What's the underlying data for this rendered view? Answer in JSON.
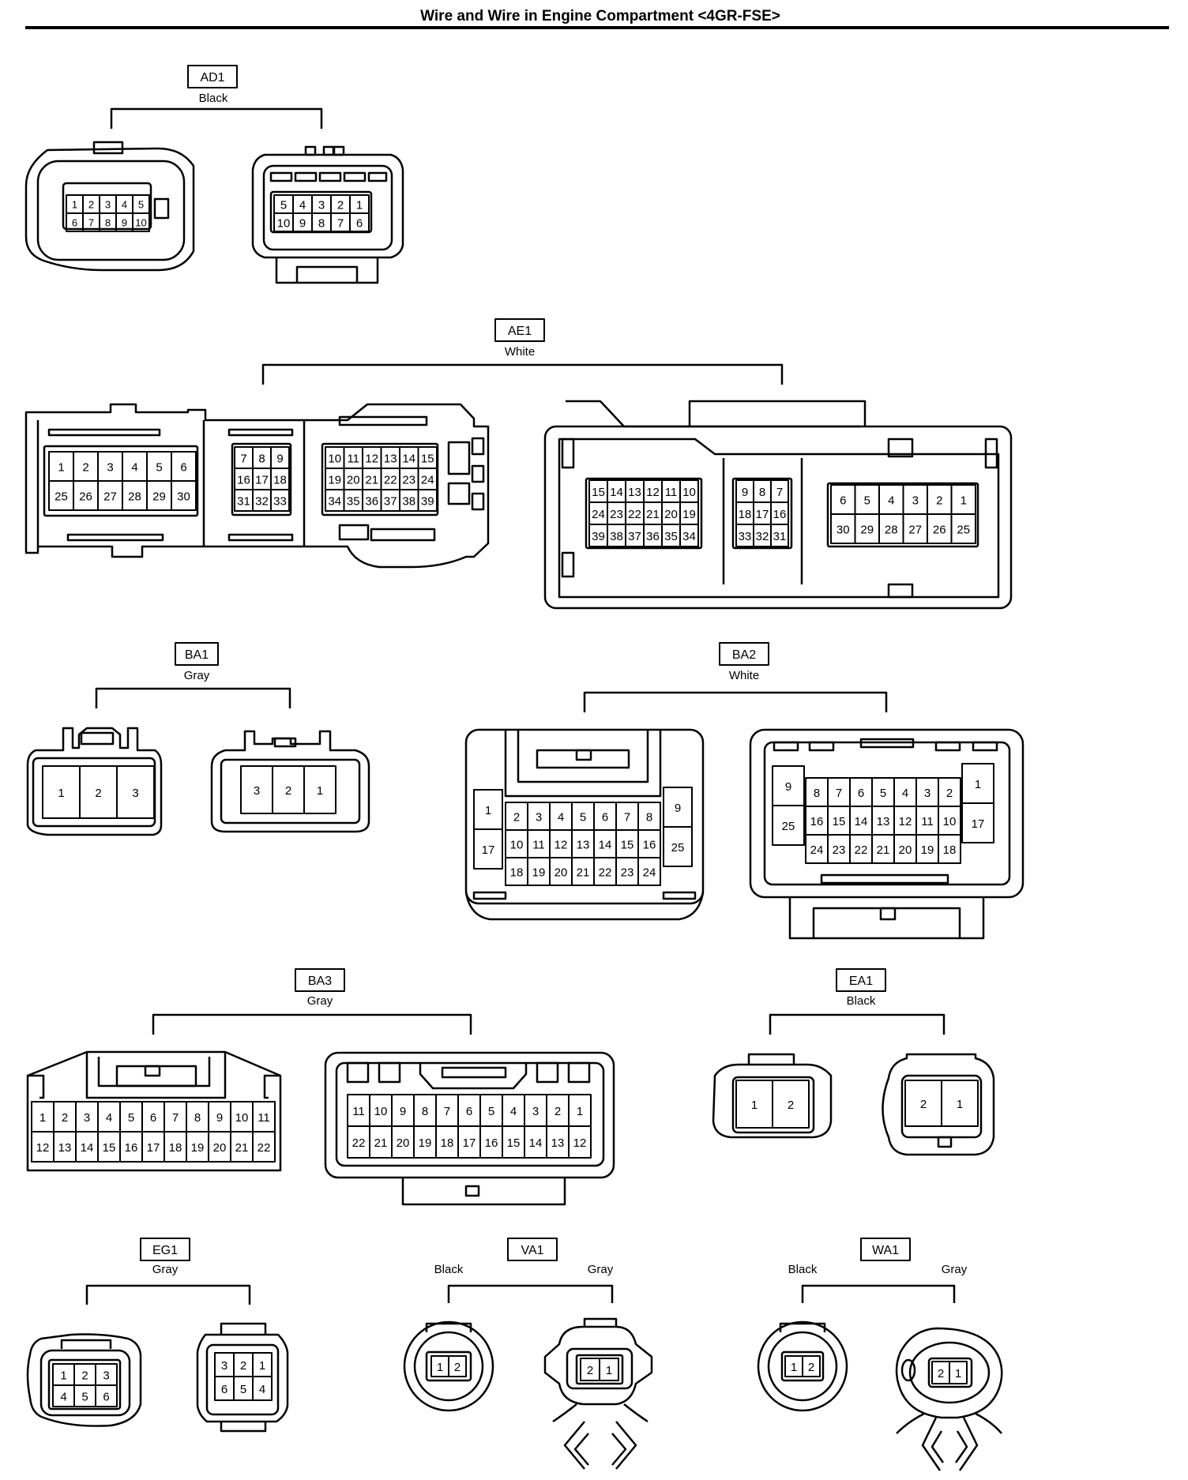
{
  "page_title": "Wire and Wire in Engine Compartment <4GR-FSE>",
  "connectors": {
    "AD1": {
      "code": "AD1",
      "color": "Black",
      "left": {
        "rows": [
          [
            "1",
            "2",
            "3",
            "4",
            "5"
          ],
          [
            "6",
            "7",
            "8",
            "9",
            "10"
          ]
        ]
      },
      "right": {
        "rows": [
          [
            "5",
            "4",
            "3",
            "2",
            "1"
          ],
          [
            "10",
            "9",
            "8",
            "7",
            "6"
          ]
        ]
      }
    },
    "AE1": {
      "code": "AE1",
      "color": "White",
      "left": {
        "blocks": [
          {
            "rows": [
              [
                "1",
                "2",
                "3",
                "4",
                "5",
                "6"
              ],
              [
                "25",
                "26",
                "27",
                "28",
                "29",
                "30"
              ]
            ]
          },
          {
            "rows": [
              [
                "7",
                "8",
                "9"
              ],
              [
                "16",
                "17",
                "18"
              ],
              [
                "31",
                "32",
                "33"
              ]
            ]
          },
          {
            "rows": [
              [
                "10",
                "11",
                "12",
                "13",
                "14",
                "15"
              ],
              [
                "19",
                "20",
                "21",
                "22",
                "23",
                "24"
              ],
              [
                "34",
                "35",
                "36",
                "37",
                "38",
                "39"
              ]
            ]
          }
        ]
      },
      "right": {
        "blocks": [
          {
            "rows": [
              [
                "15",
                "14",
                "13",
                "12",
                "11",
                "10"
              ],
              [
                "24",
                "23",
                "22",
                "21",
                "20",
                "19"
              ],
              [
                "39",
                "38",
                "37",
                "36",
                "35",
                "34"
              ]
            ]
          },
          {
            "rows": [
              [
                "9",
                "8",
                "7"
              ],
              [
                "18",
                "17",
                "16"
              ],
              [
                "33",
                "32",
                "31"
              ]
            ]
          },
          {
            "rows": [
              [
                "6",
                "5",
                "4",
                "3",
                "2",
                "1"
              ],
              [
                "30",
                "29",
                "28",
                "27",
                "26",
                "25"
              ]
            ]
          }
        ]
      }
    },
    "BA1": {
      "code": "BA1",
      "color": "Gray",
      "left": {
        "pins": [
          "1",
          "2",
          "3"
        ]
      },
      "right": {
        "pins": [
          "3",
          "2",
          "1"
        ]
      }
    },
    "BA2": {
      "code": "BA2",
      "color": "White",
      "left": {
        "side_left": [
          "1",
          "17"
        ],
        "side_right": [
          "9",
          "25"
        ],
        "rows": [
          [
            "2",
            "3",
            "4",
            "5",
            "6",
            "7",
            "8"
          ],
          [
            "10",
            "11",
            "12",
            "13",
            "14",
            "15",
            "16"
          ],
          [
            "18",
            "19",
            "20",
            "21",
            "22",
            "23",
            "24"
          ]
        ]
      },
      "right": {
        "side_left": [
          "9",
          "25"
        ],
        "side_right": [
          "1",
          "17"
        ],
        "rows": [
          [
            "8",
            "7",
            "6",
            "5",
            "4",
            "3",
            "2"
          ],
          [
            "16",
            "15",
            "14",
            "13",
            "12",
            "11",
            "10"
          ],
          [
            "24",
            "23",
            "22",
            "21",
            "20",
            "19",
            "18"
          ]
        ]
      }
    },
    "BA3": {
      "code": "BA3",
      "color": "Gray",
      "left": {
        "rows": [
          [
            "1",
            "2",
            "3",
            "4",
            "5",
            "6",
            "7",
            "8",
            "9",
            "10",
            "11"
          ],
          [
            "12",
            "13",
            "14",
            "15",
            "16",
            "17",
            "18",
            "19",
            "20",
            "21",
            "22"
          ]
        ]
      },
      "right": {
        "rows": [
          [
            "11",
            "10",
            "9",
            "8",
            "7",
            "6",
            "5",
            "4",
            "3",
            "2",
            "1"
          ],
          [
            "22",
            "21",
            "20",
            "19",
            "18",
            "17",
            "16",
            "15",
            "14",
            "13",
            "12"
          ]
        ]
      }
    },
    "EA1": {
      "code": "EA1",
      "color": "Black",
      "left": {
        "pins": [
          "1",
          "2"
        ]
      },
      "right": {
        "pins": [
          "2",
          "1"
        ]
      }
    },
    "EG1": {
      "code": "EG1",
      "color": "Gray",
      "left": {
        "rows": [
          [
            "1",
            "2",
            "3"
          ],
          [
            "4",
            "5",
            "6"
          ]
        ]
      },
      "right": {
        "rows": [
          [
            "3",
            "2",
            "1"
          ],
          [
            "6",
            "5",
            "4"
          ]
        ]
      }
    },
    "VA1": {
      "code": "VA1",
      "color_left": "Black",
      "color_right": "Gray",
      "left": {
        "pins": [
          "1",
          "2"
        ]
      },
      "right": {
        "pins": [
          "2",
          "1"
        ]
      }
    },
    "WA1": {
      "code": "WA1",
      "color_left": "Black",
      "color_right": "Gray",
      "left": {
        "pins": [
          "1",
          "2"
        ]
      },
      "right": {
        "pins": [
          "2",
          "1"
        ]
      }
    }
  }
}
